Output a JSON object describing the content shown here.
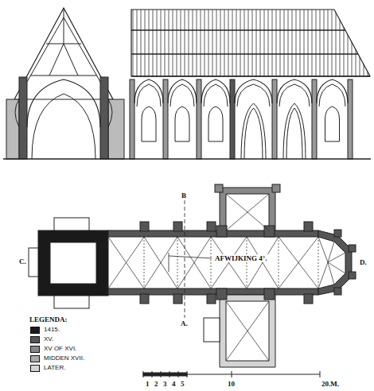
{
  "diagram": {
    "labels": [
      "C.",
      "B",
      "AFWIJKING 4°.",
      "D.",
      "A.",
      "LEGENDA:",
      "1",
      "2",
      "3",
      "4",
      "5",
      "10",
      "20.M."
    ],
    "legend": [
      {
        "text": "1415.",
        "color": "#1a1a1a"
      },
      {
        "text": "XV.",
        "color": "#555555"
      },
      {
        "text": "XV OF XVI.",
        "color": "#888888"
      },
      {
        "text": "MIDDEN XVII.",
        "color": "#aaaaaa"
      },
      {
        "text": "LATER.",
        "color": "#d4d4d4"
      }
    ]
  }
}
